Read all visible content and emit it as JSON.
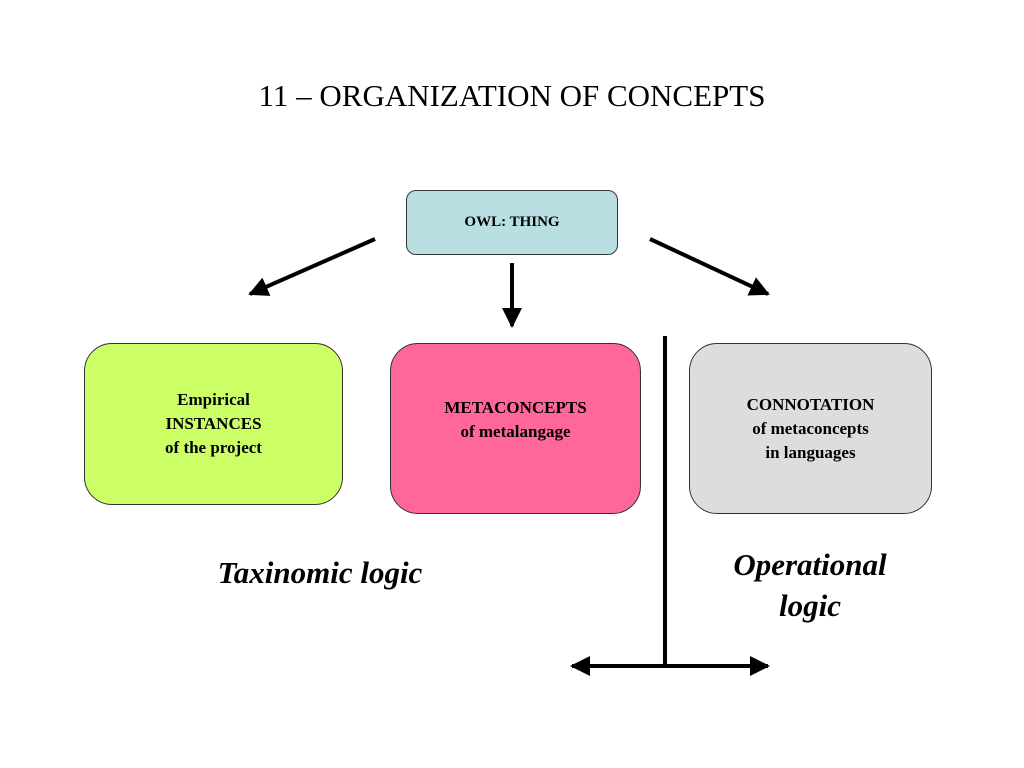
{
  "title": "11 – ORGANIZATION OF CONCEPTS",
  "root": {
    "label": "OWL: THING",
    "color": "#b9dfe3"
  },
  "children": {
    "empirical": {
      "lines": [
        "Empirical",
        "INSTANCES",
        "of the project"
      ],
      "color": "#ccff66"
    },
    "metaconcepts": {
      "lines": [
        "METACONCEPTS",
        "of metalangage"
      ],
      "color": "#ff6699"
    },
    "connotation": {
      "lines": [
        "CONNOTATION",
        "of metaconcepts",
        "in languages"
      ],
      "color": "#dddddd"
    }
  },
  "labels": {
    "taxinomic": "Taxinomic logic",
    "operational": [
      "Operational",
      "logic"
    ]
  }
}
